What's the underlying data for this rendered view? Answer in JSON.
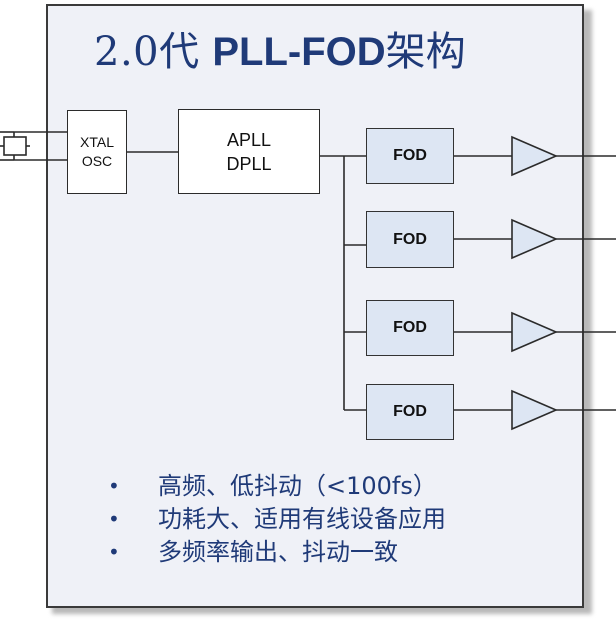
{
  "title": {
    "version": "2.0代",
    "pll_fod": "PLL-FOD",
    "suffix": "架构"
  },
  "blocks": {
    "oscillator": {
      "line1": "XTAL",
      "line2": "OSC"
    },
    "pll": {
      "line1": "APLL",
      "line2": "DPLL"
    },
    "fods": [
      {
        "label": "FOD"
      },
      {
        "label": "FOD"
      },
      {
        "label": "FOD"
      },
      {
        "label": "FOD"
      }
    ]
  },
  "bullets": {
    "marker": "•",
    "items": [
      "高频、低抖动（<100fs）",
      "功耗大、适用有线设备应用",
      "多频率输出、抖动一致"
    ]
  },
  "colors": {
    "title_text": "#1f3a78",
    "panel_background": "#eff1f7",
    "fod_fill": "#dde6f3",
    "buffer_fill": "#dde6f3",
    "line": "#2b2b2b"
  },
  "icons": {
    "crystal": "crystal-resonator-icon",
    "buffer": "triangle-buffer-icon"
  }
}
